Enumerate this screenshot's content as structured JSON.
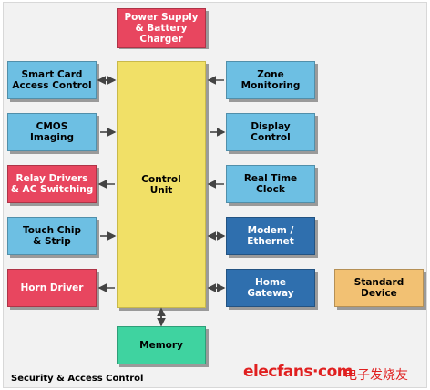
{
  "diagram": {
    "caption": "Security & Access Control",
    "watermark": {
      "logo": "elecfans·com",
      "chinese": "电子发烧友"
    },
    "colors": {
      "red": "#e8465f",
      "light_blue": "#6dbfe3",
      "dark_blue": "#2f6fae",
      "yellow": "#f1e067",
      "green": "#3fd3a0",
      "orange": "#f2c173",
      "arrow": "#444444"
    },
    "blocks": {
      "power_supply": "Power Supply\n& Battery\nCharger",
      "smart_card": "Smart Card\nAccess Control",
      "cmos": "CMOS\nImaging",
      "relay": "Relay Drivers\n& AC Switching",
      "touch_chip": "Touch Chip\n& Strip",
      "horn": "Horn Driver",
      "control_unit": "Control\nUnit",
      "zone": "Zone\nMonitoring",
      "display": "Display\nControl",
      "rtc": "Real Time\nClock",
      "modem": "Modem /\nEthernet",
      "gateway": "Home\nGateway",
      "standard_device": "Standard\nDevice",
      "memory": "Memory"
    }
  }
}
